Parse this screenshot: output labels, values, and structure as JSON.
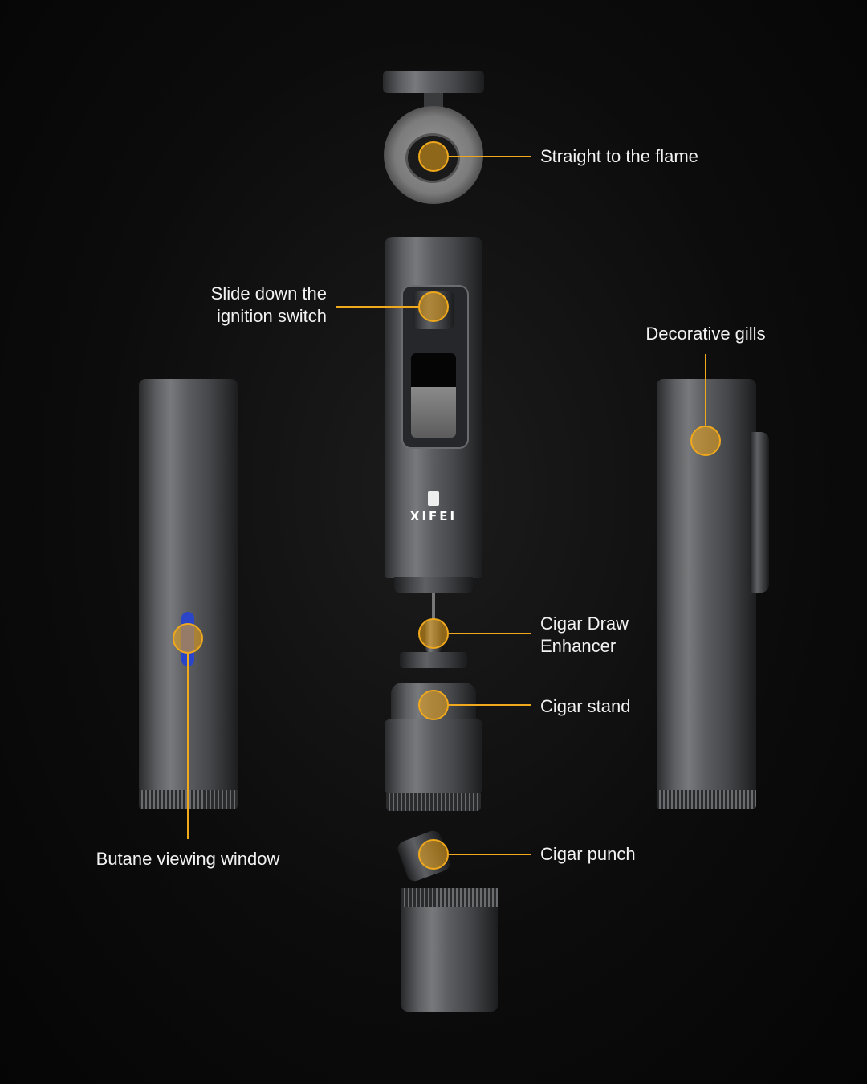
{
  "brand": "XIFEI",
  "accent_color": "#f0a81c",
  "callouts": {
    "flame": "Straight to the flame",
    "ignition_line1": "Slide down the",
    "ignition_line2": "ignition switch",
    "gills": "Decorative gills",
    "enhancer_line1": "Cigar Draw",
    "enhancer_line2": "Enhancer",
    "stand": "Cigar stand",
    "punch": "Cigar punch",
    "butane": "Butane viewing window"
  }
}
